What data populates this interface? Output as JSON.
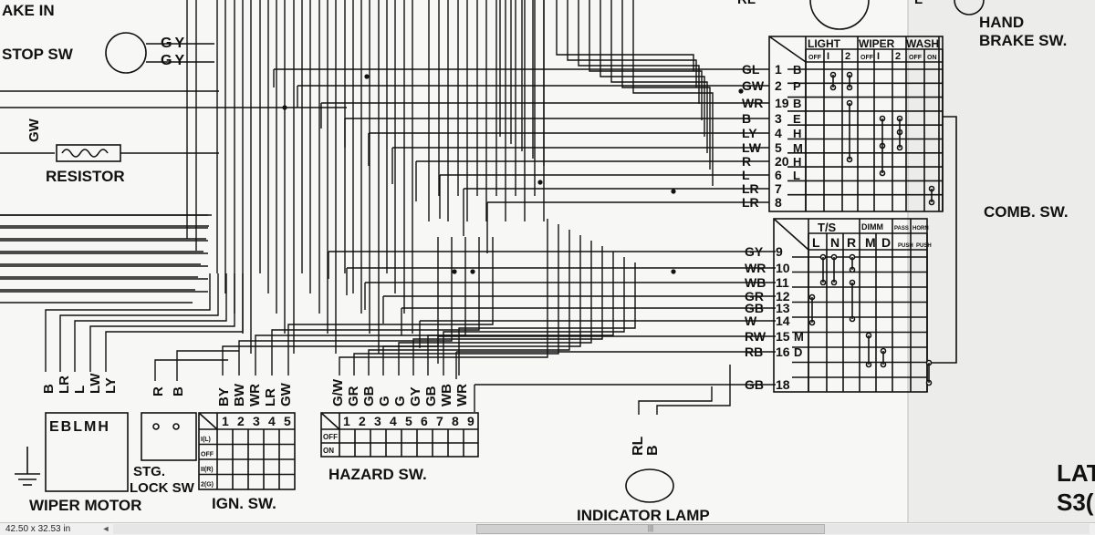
{
  "labels": {
    "brake_in": "AKE IN",
    "stop_sw": "STOP SW",
    "resistor": "RESISTOR",
    "gw_vertical": "GW",
    "hand_brake": "HAND",
    "hand_brake2": "BRAKE SW.",
    "comb_sw": "COMB. SW.",
    "wiper_motor": "WIPER MOTOR",
    "stg_lock": "STG.",
    "stg_lock2": "LOCK SW",
    "ign_sw": "IGN. SW.",
    "hazard_sw": "HAZARD SW.",
    "indicator_lamp": "INDICATOR LAMP",
    "rl_top": "RL",
    "l_top": "L",
    "lat": "LAT",
    "s3": "S3("
  },
  "stop_wires": [
    "GY",
    "GY"
  ],
  "wiper_wires": [
    "B",
    "LR",
    "L",
    "LW",
    "LY"
  ],
  "wiper_terms": "EBLMH",
  "lock_wires": [
    "R",
    "B"
  ],
  "ign_wires": [
    "BY",
    "BW",
    "WR",
    "LR",
    "GW"
  ],
  "ign_header": [
    "1",
    "2",
    "3",
    "4",
    "5"
  ],
  "ign_rows": [
    "I(L)",
    "OFF",
    "II(R)",
    "2(G)"
  ],
  "hazard_wires": [
    "G/W",
    "GR",
    "GB",
    "G",
    "G",
    "GY",
    "GB",
    "WB",
    "WR"
  ],
  "hazard_header": [
    "1",
    "2",
    "3",
    "4",
    "5",
    "6",
    "7",
    "8",
    "9"
  ],
  "hazard_rows": [
    "OFF",
    "ON"
  ],
  "lamp_wires": [
    "RL",
    "B"
  ],
  "comb_top": {
    "groups": [
      "LIGHT",
      "WIPER",
      "WASH"
    ],
    "subs": [
      "OFF",
      "I",
      "2",
      "OFF",
      "I",
      "2",
      "OFF",
      "ON"
    ],
    "wires": [
      "GL",
      "GW",
      "WR",
      "B",
      "LY",
      "LW",
      "R",
      "L",
      "LR",
      "LR"
    ],
    "pins": [
      "1",
      "2",
      "19",
      "3",
      "4",
      "5",
      "20",
      "6",
      "7",
      "8"
    ],
    "codes": [
      "B",
      "P",
      "B",
      "E",
      "H",
      "M",
      "H",
      "L",
      "",
      ""
    ]
  },
  "comb_bottom": {
    "groups": [
      "T/S",
      "DIMM",
      "PASS",
      "HORN"
    ],
    "subs": [
      "L",
      "N",
      "R",
      "M",
      "D",
      "PUSH",
      "PUSH"
    ],
    "wires": [
      "GY",
      "WR",
      "WB",
      "GR",
      "GB",
      "W",
      "RW",
      "RB",
      "GB"
    ],
    "pins": [
      "9",
      "10",
      "11",
      "12",
      "13",
      "14",
      "15",
      "16",
      "18"
    ],
    "codes": [
      "",
      "",
      "",
      "",
      "",
      "",
      "M",
      "D",
      ""
    ]
  },
  "status": {
    "size": "42.50 x 32.53 in",
    "left_arrow": "◄",
    "grip": "|||"
  }
}
